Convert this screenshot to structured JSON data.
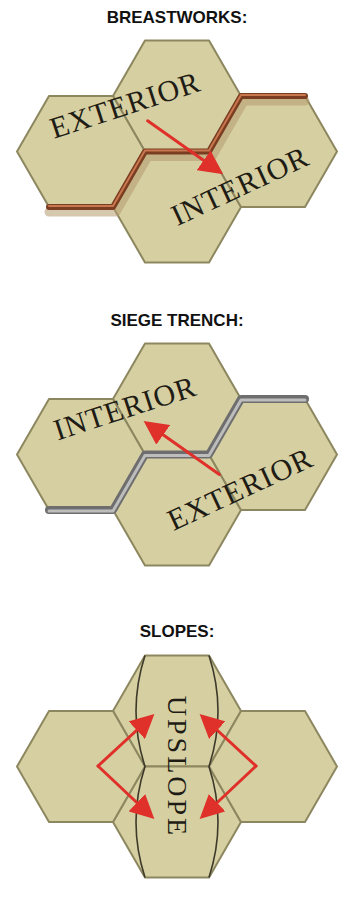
{
  "diagram": {
    "nodes": [
      {
        "text": [
          "EXTERIOR"
        ]
      },
      {
        "text": [
          "INTERIOR"
        ]
      },
      {
        "text": [
          "INTERIOR"
        ]
      },
      {
        "text": [
          "EXTERIOR"
        ]
      },
      {
        "text": [
          "UPSLOPE"
        ]
      }
    ],
    "edges": [
      {
        "from": 0,
        "to": 1,
        "arrow": "to"
      },
      {
        "from": 3,
        "to": 2,
        "arrow": "to"
      }
    ],
    "labels": [
      "BREASTWORKS:",
      "SIEGE TRENCH:",
      "SLOPES:"
    ]
  }
}
